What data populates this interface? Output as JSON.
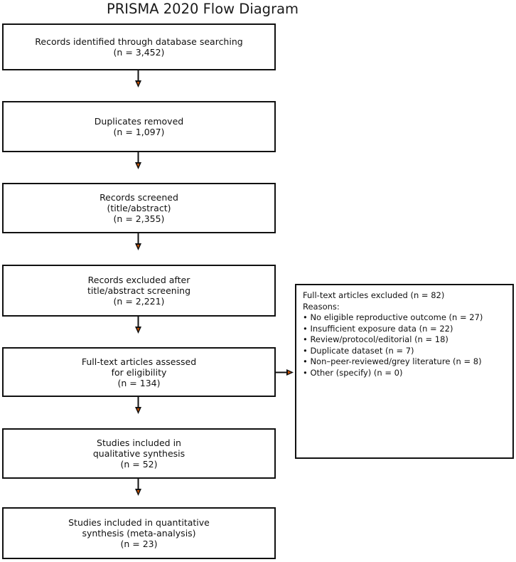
{
  "title": "PRISMA 2020 Flow Diagram",
  "colors": {
    "line": "#111111",
    "background": "#ffffff",
    "arrowhead_center": "#cc5200"
  },
  "icons": {
    "arrow_down_icon": "▼",
    "arrow_right_icon": "►"
  },
  "flow": {
    "boxes": [
      {
        "id": "records-identified",
        "lines": [
          "Records identified through database searching",
          "(n = 3,452)"
        ]
      },
      {
        "id": "duplicates-removed",
        "lines": [
          "Duplicates removed",
          "(n = 1,097)"
        ]
      },
      {
        "id": "records-screened",
        "lines": [
          "Records screened",
          "(title/abstract)",
          "(n = 2,355)"
        ]
      },
      {
        "id": "records-excluded",
        "lines": [
          "Records excluded after",
          "title/abstract screening",
          "(n = 2,221)"
        ]
      },
      {
        "id": "fulltext-assessed",
        "lines": [
          "Full-text articles assessed",
          "for eligibility",
          "(n = 134)"
        ]
      },
      {
        "id": "qualitative-synthesis",
        "lines": [
          "Studies included in",
          "qualitative synthesis",
          "(n = 52)"
        ]
      },
      {
        "id": "quantitative-synthesis",
        "lines": [
          "Studies included in quantitative",
          "synthesis (meta-analysis)",
          "(n = 23)"
        ]
      }
    ]
  },
  "side_box": {
    "title": "Full-text articles excluded (n = 82)",
    "subtitle": "Reasons:",
    "bullets": [
      "• No eligible reproductive outcome (n = 27)",
      "• Insufficient exposure data (n = 22)",
      "• Review/protocol/editorial (n = 18)",
      "• Duplicate dataset (n = 7)",
      "• Non–peer-reviewed/grey literature (n = 8)",
      "• Other (specify) (n = 0)"
    ]
  }
}
